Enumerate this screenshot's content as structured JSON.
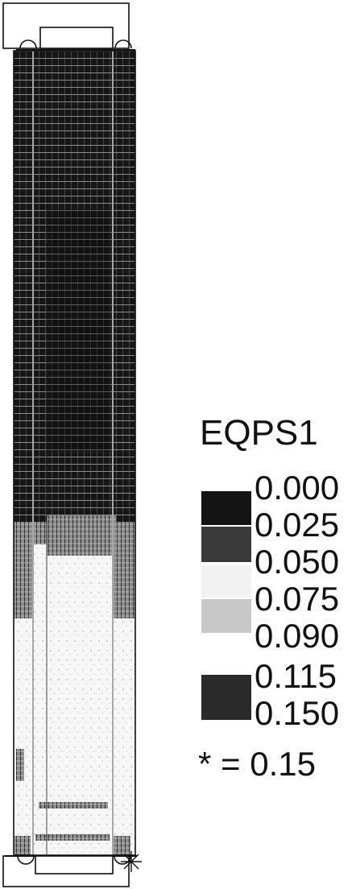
{
  "legend": {
    "title": "EQPS1",
    "levels": [
      "0.000",
      "0.025",
      "0.050",
      "0.075",
      "0.090",
      "0.115",
      "0.150"
    ],
    "colors": {
      "band_0_025": "#141414",
      "band_025_050": "#3a3a3a",
      "band_050_075": "#f2f2f2",
      "band_075_090": "#c8c8c8",
      "band_115_150": "#2a2a2a"
    },
    "max_note": "* = 0.15"
  }
}
